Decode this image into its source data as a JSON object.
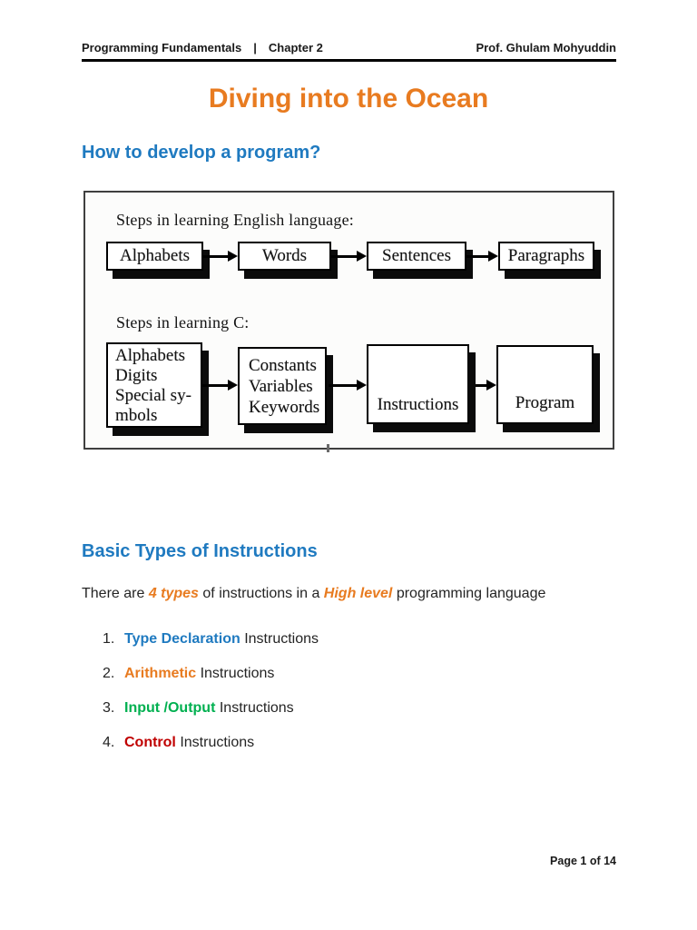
{
  "page": {
    "header": {
      "course": "Programming Fundamentals",
      "separator": "|",
      "chapter": "Chapter 2",
      "author": "Prof. Ghulam Mohyuddin"
    },
    "title": "Diving into the Ocean",
    "footer": {
      "page_label": "Page 1 of 14"
    }
  },
  "section1": {
    "heading": "How to develop a program?",
    "diagram": {
      "row1": {
        "label": "Steps in learning English language:",
        "boxes": [
          "Alphabets",
          "Words",
          "Sentences",
          "Paragraphs"
        ]
      },
      "row2": {
        "label": "Steps in learning C:",
        "boxes": [
          {
            "lines": [
              "Alphabets",
              "Digits",
              "Special sy-",
              "mbols"
            ]
          },
          {
            "lines": [
              "Constants",
              "Variables",
              "Keywords"
            ]
          },
          {
            "lines": [
              "Instructions"
            ]
          },
          {
            "lines": [
              "Program"
            ]
          }
        ]
      }
    }
  },
  "section2": {
    "heading": "Basic Types of Instructions",
    "intro": {
      "pre": "There are ",
      "em1": "4 types",
      "mid": " of instructions in a ",
      "em2": "High level",
      "post": " programming language"
    },
    "list": [
      {
        "number": "1.",
        "term": "Type Declaration",
        "color": "#1F7AC0",
        "rest": " Instructions"
      },
      {
        "number": "2.",
        "term": "Arithmetic",
        "color": "#E87B20",
        "rest": " Instructions"
      },
      {
        "number": "3.",
        "term": "Input /Output",
        "color": "#00B050",
        "rest": " Instructions"
      },
      {
        "number": "4.",
        "term": "Control",
        "color": "#C00000",
        "rest": " Instructions"
      }
    ]
  },
  "colors": {
    "title_orange": "#E87B20",
    "heading_blue": "#1F7AC0",
    "term_blue": "#1F7AC0",
    "term_orange": "#E87B20",
    "term_green": "#00B050",
    "term_red": "#C00000",
    "body_text": "#242424"
  }
}
